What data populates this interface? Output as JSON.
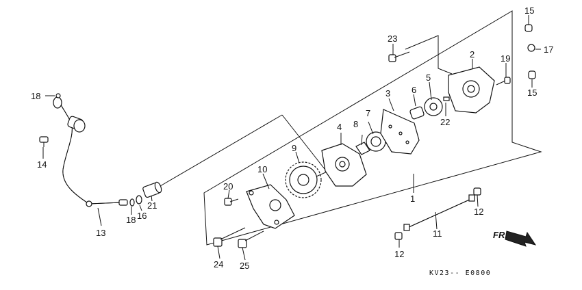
{
  "labels": {
    "p1": "1",
    "p2": "2",
    "p3": "3",
    "p4": "4",
    "p5": "5",
    "p6": "6",
    "p7": "7",
    "p8": "8",
    "p9": "9",
    "p10": "10",
    "p11": "11",
    "p12a": "12",
    "p12b": "12",
    "p13": "13",
    "p14": "14",
    "p15a": "15",
    "p15b": "15",
    "p16": "16",
    "p17": "17",
    "p18a": "18",
    "p18b": "18",
    "p19": "19",
    "p20": "20",
    "p21": "21",
    "p22": "22",
    "p23": "23",
    "p24": "24",
    "p25": "25"
  },
  "front_marker": "FR.",
  "diagram_code": "KV23-- E0800"
}
